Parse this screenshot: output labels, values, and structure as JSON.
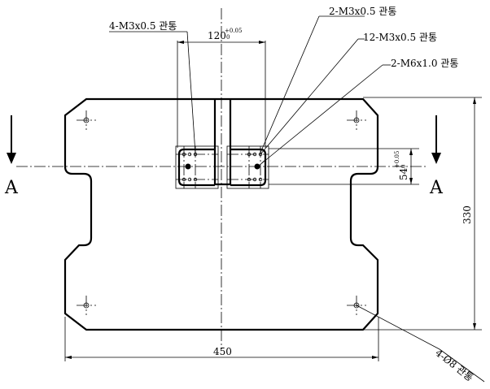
{
  "callouts": {
    "m3_2": "2-M3x0.5 관통",
    "m3_4": "4-M3x0.5 관통",
    "m3_12": "12-M3x0.5 관통",
    "m6_2": "2-M6x1.0 관통",
    "holes_4": "4-Ø8 관통"
  },
  "dimensions": {
    "width_top": "120",
    "width_top_tol": "+0.05",
    "width_top_tol_low": "0",
    "height_slot": "54",
    "height_slot_tol": "+0.05",
    "height_slot_tol_low": "0",
    "total_height": "330",
    "total_width": "450"
  },
  "section": {
    "left": "A",
    "right": "A"
  }
}
